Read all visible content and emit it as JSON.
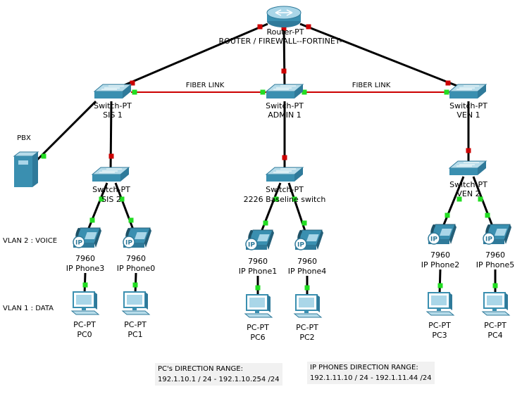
{
  "colors": {
    "link": "#000000",
    "fiber": "#cc0000",
    "port_up": "#22dd22",
    "port_down": "#cc0000",
    "device": "#3a8fb0"
  },
  "router": {
    "type": "Router-PT",
    "name": "ROUTER / FIREWALL--FORTINET--"
  },
  "core_switches": [
    {
      "id": "sis1",
      "type": "Switch-PT",
      "name": "SIS 1"
    },
    {
      "id": "admin1",
      "type": "Switch-PT",
      "name": "ADMIN 1"
    },
    {
      "id": "ven1",
      "type": "Switch-PT",
      "name": "VEN 1"
    }
  ],
  "fiber_links": [
    {
      "label": "FIBER LINK"
    },
    {
      "label": "FIBER LINK"
    }
  ],
  "access_switches": [
    {
      "id": "sis2",
      "type": "Switch-PT",
      "name": "SIS 2"
    },
    {
      "id": "base",
      "type": "Switch-PT",
      "name": "2226 Baseline switch"
    },
    {
      "id": "ven2",
      "type": "Switch-PT",
      "name": "VEN 2"
    }
  ],
  "pbx": {
    "name": "PBX"
  },
  "vlan_labels": {
    "voice": "VLAN 2 : VOICE",
    "data": "VLAN 1 : DATA"
  },
  "phones": [
    {
      "model": "7960",
      "name": "IP Phone3"
    },
    {
      "model": "7960",
      "name": "IP Phone0"
    },
    {
      "model": "7960",
      "name": "IP Phone1"
    },
    {
      "model": "7960",
      "name": "IP Phone4"
    },
    {
      "model": "7960",
      "name": "IP Phone2"
    },
    {
      "model": "7960",
      "name": "IP Phone5"
    }
  ],
  "pcs": [
    {
      "type": "PC-PT",
      "name": "PC0"
    },
    {
      "type": "PC-PT",
      "name": "PC1"
    },
    {
      "type": "PC-PT",
      "name": "PC6"
    },
    {
      "type": "PC-PT",
      "name": "PC2"
    },
    {
      "type": "PC-PT",
      "name": "PC3"
    },
    {
      "type": "PC-PT",
      "name": "PC4"
    }
  ],
  "ranges": {
    "pc": {
      "title": "PC's DIRECTION RANGE:",
      "value": "192.1.10.1 / 24  - 192.1.10.254 /24"
    },
    "phone": {
      "title": "IP PHONES DIRECTION RANGE:",
      "value": "192.1.11.10 / 24  - 192.1.11.44 /24"
    }
  }
}
